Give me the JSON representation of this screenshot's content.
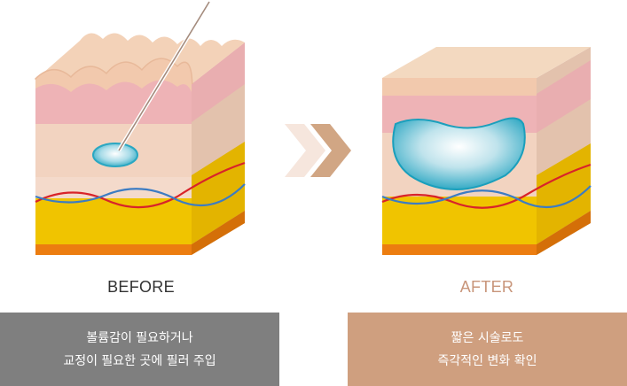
{
  "before": {
    "label": "BEFORE",
    "caption_line1": "볼륨감이 필요하거나",
    "caption_line2": "교정이 필요한 곳에 필러 주입"
  },
  "after": {
    "label": "AFTER",
    "caption_line1": "짧은 시술로도",
    "caption_line2": "즉각적인 변화 확인"
  },
  "colors": {
    "skin_top": "#f3d9c0",
    "dermis_pink": "#eeb3b6",
    "tissue": "#f2d3c0",
    "fat_yellow": "#f0c400",
    "base_orange": "#ec7d10",
    "filler_teal": "#2fb0c8",
    "vein_red": "#d8232a",
    "vein_blue": "#3c7cc3",
    "before_caption_bg": "#7f7f7f",
    "after_caption_bg": "#cf9f7f",
    "after_label_color": "#c8957a"
  }
}
